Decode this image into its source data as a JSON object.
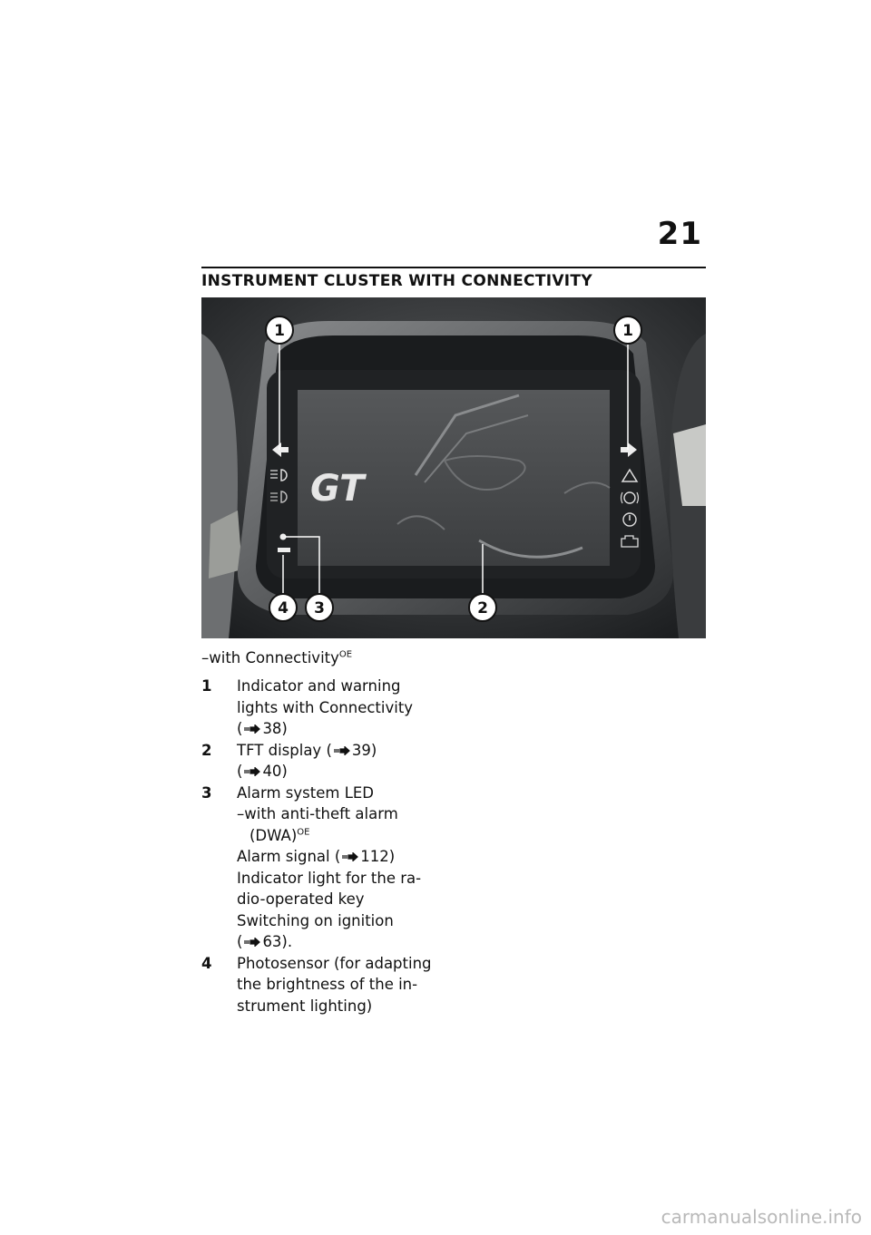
{
  "page": {
    "number": "21",
    "title": "INSTRUMENT CLUSTER WITH CONNECTIVITY"
  },
  "figure": {
    "logo_text": "GT",
    "callouts": [
      "1",
      "1",
      "4",
      "3",
      "2"
    ]
  },
  "caption": {
    "text": "–with Connectivity",
    "sup": "OE"
  },
  "legend": [
    {
      "num": "1",
      "lines": [
        {
          "text": "Indicator and warning"
        },
        {
          "text": "lights with Connectivity"
        },
        {
          "pre": "(",
          "ref": "38",
          "post": ")"
        }
      ]
    },
    {
      "num": "2",
      "lines": [
        {
          "text": "TFT display  ",
          "pre": "(",
          "ref": "39",
          "post": ")"
        },
        {
          "pre": "(",
          "ref": "40",
          "post": ")"
        }
      ]
    },
    {
      "num": "3",
      "lines": [
        {
          "text": "Alarm system LED"
        },
        {
          "text": "–with anti-theft alarm"
        },
        {
          "text": "(DWA)",
          "sup": "OE",
          "indent": true
        },
        {
          "text": "Alarm signal  ",
          "pre": "(",
          "ref": "112",
          "post": ")"
        },
        {
          "text": "Indicator light for the ra-"
        },
        {
          "text": "dio-operated key"
        },
        {
          "text": "Switching on ignition"
        },
        {
          "pre": "(",
          "ref": "63",
          "post": ")."
        }
      ]
    },
    {
      "num": "4",
      "lines": [
        {
          "text": "Photosensor (for adapting"
        },
        {
          "text": "the brightness of the in-"
        },
        {
          "text": "strument lighting)"
        }
      ]
    }
  ],
  "watermark": "carmanualsonline.info",
  "colors": {
    "text": "#111111",
    "callout_fill": "#ffffff",
    "callout_stroke": "#111111",
    "screen": "#4a4c4e",
    "watermark": "#b9b9b9"
  },
  "icons": [
    "arrow-left-icon",
    "low-beam-icon",
    "high-beam-icon",
    "arrow-right-icon",
    "warning-triangle-icon",
    "abs-icon",
    "tire-warning-icon",
    "engine-icon"
  ]
}
